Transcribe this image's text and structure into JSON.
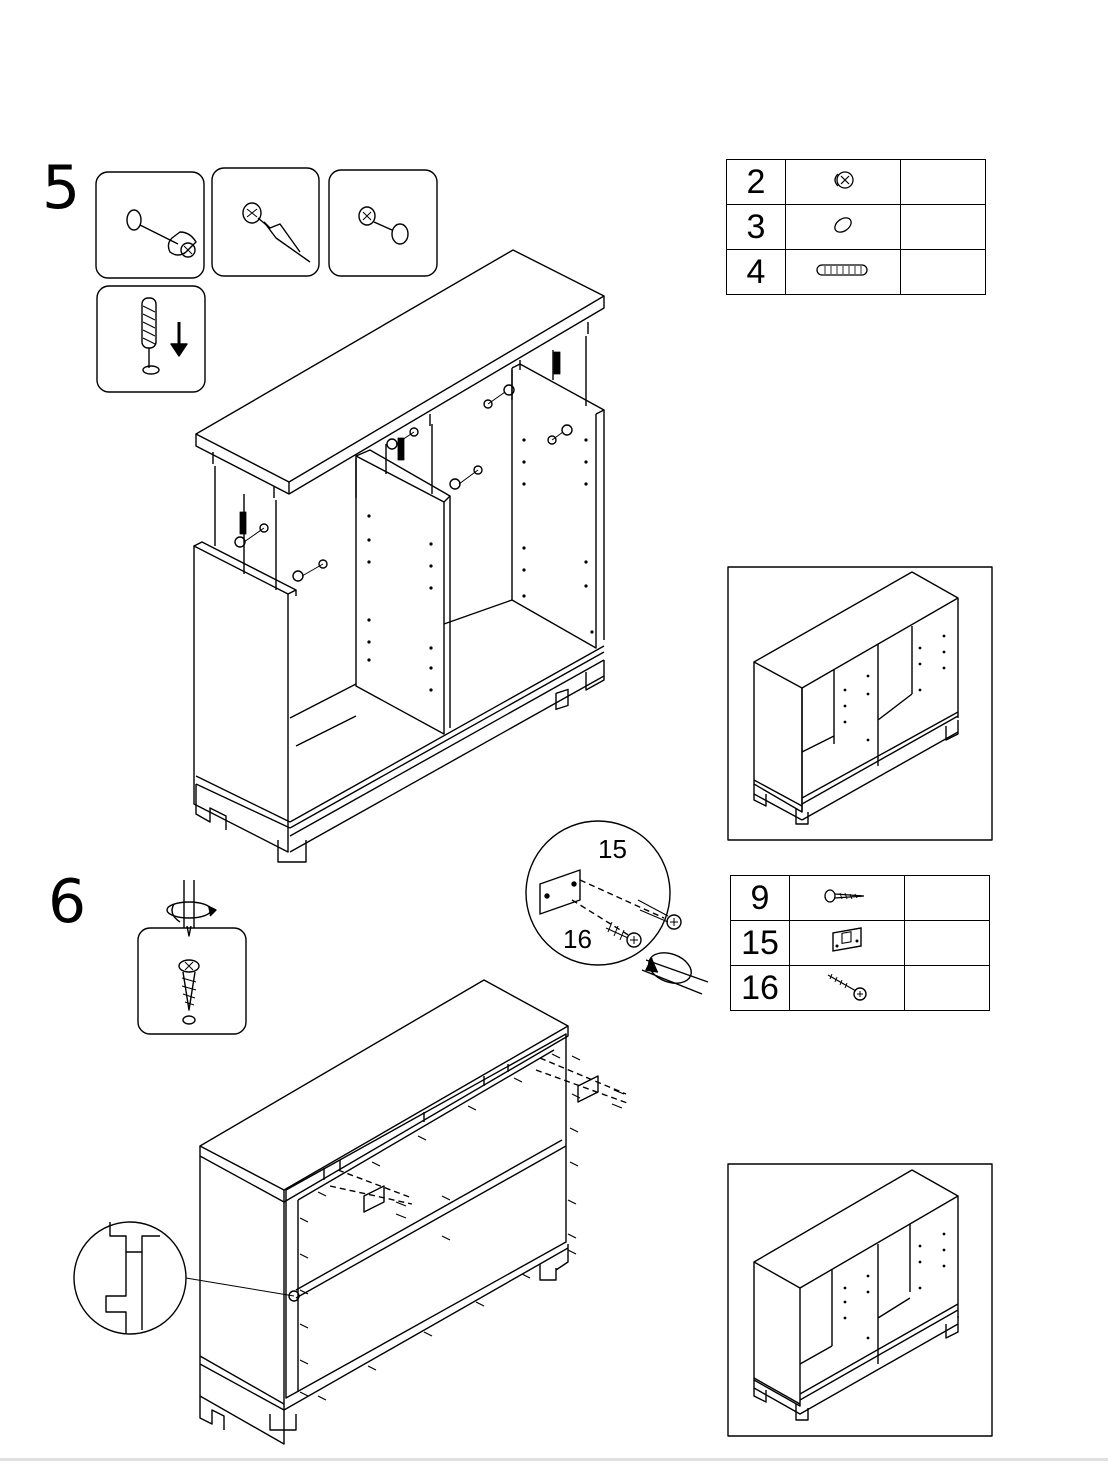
{
  "step5": {
    "number": "5",
    "parts": [
      {
        "num": "2",
        "icon": "cam-lock-icon",
        "qty": ""
      },
      {
        "num": "3",
        "icon": "cam-cap-icon",
        "qty": ""
      },
      {
        "num": "4",
        "icon": "wooden-dowel-icon",
        "qty": ""
      }
    ]
  },
  "step6": {
    "number": "6",
    "callout_label_a": "15",
    "callout_label_b": "16",
    "parts": [
      {
        "num": "9",
        "icon": "wood-screw-icon",
        "qty": ""
      },
      {
        "num": "15",
        "icon": "shelf-bracket-icon",
        "qty": ""
      },
      {
        "num": "16",
        "icon": "pan-head-screw-icon",
        "qty": ""
      }
    ]
  }
}
